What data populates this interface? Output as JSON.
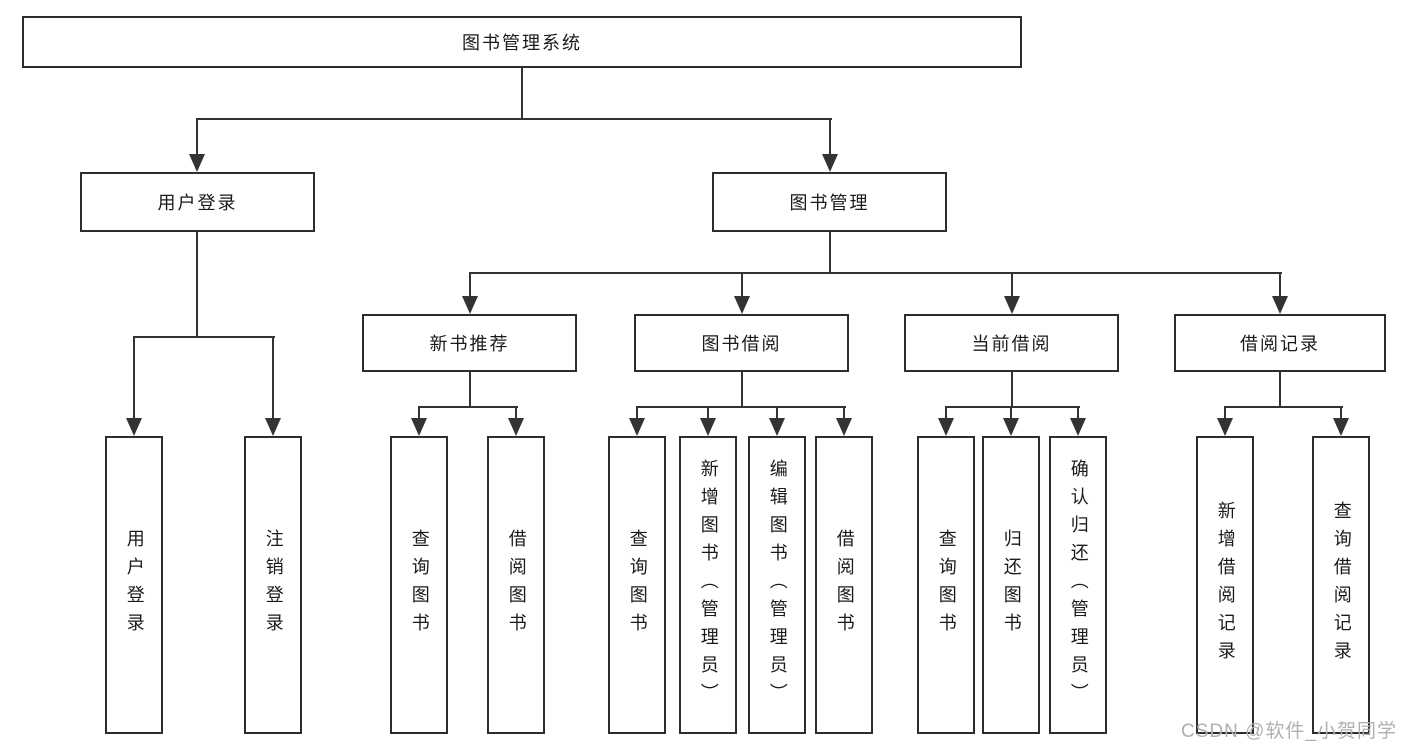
{
  "colors": {
    "background": "#ffffff",
    "box_border": "#2d2d2d",
    "connector_line": "#333333",
    "text": "#1a1a1a",
    "watermark": "#b0b0b0"
  },
  "watermark": {
    "text": "CSDN @软件_小贺同学"
  },
  "tree": {
    "root": {
      "label": "图书管理系统"
    },
    "branches": [
      {
        "label": "用户登录",
        "leaves": [
          "用户登录",
          "注销登录"
        ]
      },
      {
        "label": "图书管理",
        "children": [
          {
            "label": "新书推荐",
            "leaves": [
              "查询图书",
              "借阅图书"
            ]
          },
          {
            "label": "图书借阅",
            "leaves": [
              "查询图书",
              "新增图书（管理员）",
              "编辑图书（管理员）",
              "借阅图书"
            ]
          },
          {
            "label": "当前借阅",
            "leaves": [
              "查询图书",
              "归还图书",
              "确认归还（管理员）"
            ]
          },
          {
            "label": "借阅记录",
            "leaves": [
              "新增借阅记录",
              "查询借阅记录"
            ]
          }
        ]
      }
    ]
  }
}
